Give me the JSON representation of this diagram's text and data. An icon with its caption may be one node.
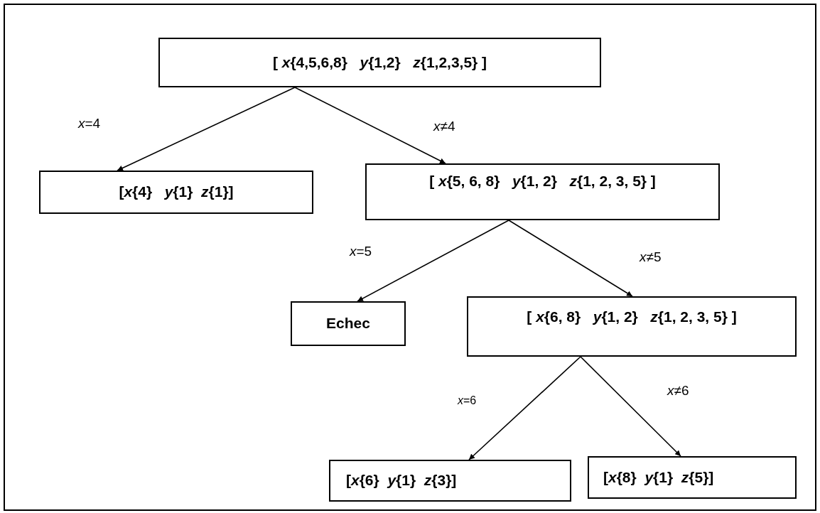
{
  "diagram": {
    "nodes": [
      {
        "text": [
          "[ *x*{4,5,6,8}   *y*{1,2}   *z*{1,2,3,5} ]"
        ]
      },
      {
        "text": [
          "[*x*{4}   *y*{1}  *z*{1}]"
        ]
      },
      {
        "text": [
          "[ *x*{5, 6, 8}   *y*{1, 2}   *z*{1, 2, 3, 5} ]"
        ]
      },
      {
        "text": [
          "Echec"
        ]
      },
      {
        "text": [
          "[ *x*{6, 8}   *y*{1, 2}   *z*{1, 2, 3, 5} ]"
        ]
      },
      {
        "text": [
          "[*x*{6}  *y*{1}  *z*{3}]"
        ]
      },
      {
        "text": [
          "[*x*{8}  *y*{1}  *z*{5}]"
        ]
      }
    ],
    "edges": [
      {
        "from": 0,
        "to": 1,
        "arrow": "to",
        "label": "*x*=4"
      },
      {
        "from": 0,
        "to": 2,
        "arrow": "to",
        "label": "*x*≠4"
      },
      {
        "from": 2,
        "to": 3,
        "arrow": "to",
        "label": "*x*=5"
      },
      {
        "from": 2,
        "to": 4,
        "arrow": "to",
        "label": "*x*≠5"
      },
      {
        "from": 4,
        "to": 5,
        "arrow": "to",
        "label": "*x*=6"
      },
      {
        "from": 4,
        "to": 6,
        "arrow": "to",
        "label": "*x*≠6"
      }
    ]
  }
}
